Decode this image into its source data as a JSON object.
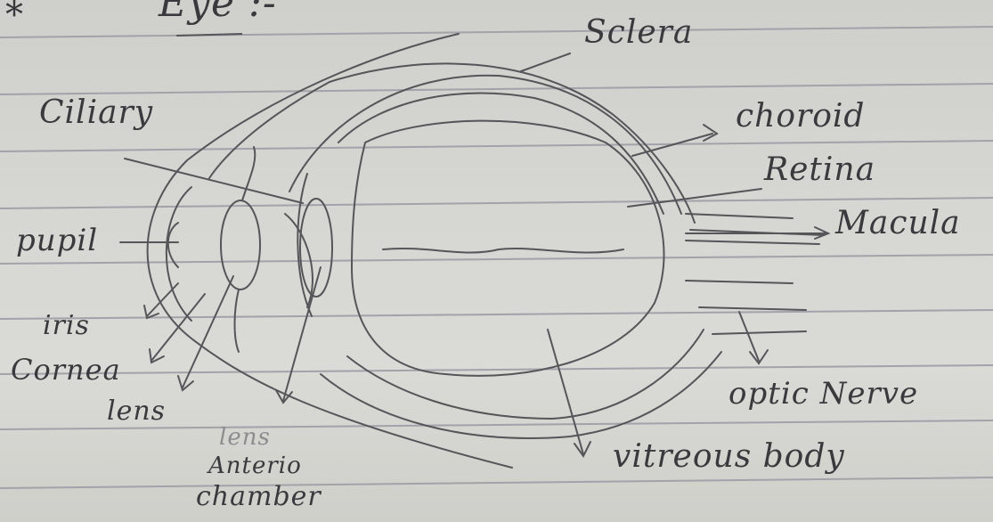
{
  "page": {
    "bullet": "*",
    "title": "Eye :-"
  },
  "labels": {
    "sclera": "Sclera",
    "choroid": "choroid",
    "retina": "Retina",
    "macula": "Macula",
    "ciliary": "Ciliary",
    "pupil": "pupil",
    "iris": "iris",
    "cornea": "Cornea",
    "lens": "lens",
    "lens_faint": "lens",
    "anterior_line1": "Anterio",
    "anterior_line2": "chamber",
    "optic_nerve": "optic Nerve",
    "vitreous_body": "vitreous body"
  },
  "colors": {
    "paper": "#d6d6d2",
    "ruled_line": "#9c9ca6",
    "pencil": "#55555a",
    "text": "#3a3a3e"
  }
}
